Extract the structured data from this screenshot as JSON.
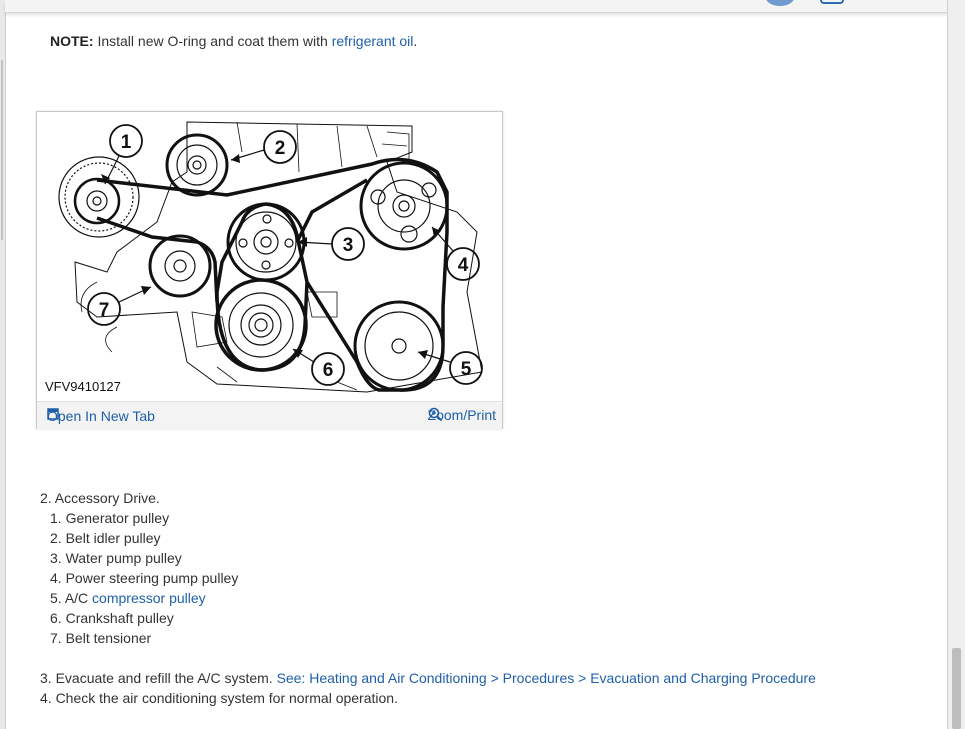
{
  "note": {
    "label": "NOTE:",
    "text": "Install new O-ring and coat them with",
    "link": "refrigerant oil",
    "end": "."
  },
  "figure": {
    "caption": "VFV9410127",
    "open_label": "Open In New Tab",
    "zoom_label": "Zoom/Print",
    "callouts": [
      "1",
      "2",
      "3",
      "4",
      "5",
      "6",
      "7"
    ]
  },
  "steps": {
    "step2": "2. Accessory Drive.",
    "items": [
      {
        "num": "1.",
        "text": "Generator pulley"
      },
      {
        "num": "2.",
        "text": "Belt idler pulley"
      },
      {
        "num": "3.",
        "text": "Water pump pulley"
      },
      {
        "num": "4.",
        "text": "Power steering pump pulley"
      },
      {
        "num": "5.",
        "text": "A/C",
        "link": "compressor pulley"
      },
      {
        "num": "6.",
        "text": "Crankshaft pulley"
      },
      {
        "num": "7.",
        "text": "Belt tensioner"
      }
    ],
    "step3": "3. Evacuate and refill the A/C system.",
    "step3_link": "See: Heating and Air Conditioning > Procedures > Evacuation and Charging Procedure",
    "step4": "4. Check the air conditioning system for normal operation."
  }
}
